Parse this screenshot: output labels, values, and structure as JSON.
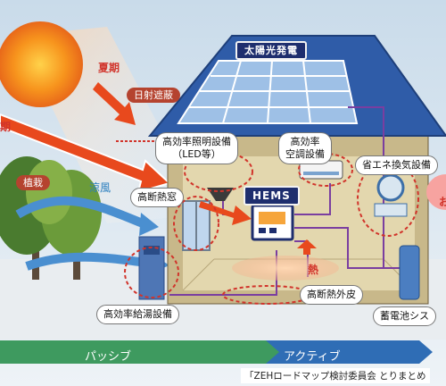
{
  "labels": {
    "solar_power": "太陽光発電",
    "summer": "夏期",
    "winter_partial": "期",
    "sun_shading": "日射遮蔽",
    "planting": "植栽",
    "cool_breeze": "涼風",
    "high_efficiency_lighting": "高効率照明設備\n（LED等）",
    "high_efficiency_ac": "高効率\n空調設備",
    "energy_saving_ventilation": "省エネ換気設備",
    "high_insulation_window": "高断熱窓",
    "hems": "HEMS",
    "heat": "熱",
    "high_insulation_envelope": "高断熱外皮",
    "high_efficiency_water_heater": "高効率給湯設備",
    "storage_battery": "蓄電池シス",
    "right_edge_partial": "お"
  },
  "bottom_band": {
    "passive": "パッシブ",
    "active": "アクティブ"
  },
  "source": "「ZEHロードマップ検討委員会 とりまとめ",
  "colors": {
    "red_label": "#b5432f",
    "navy_label": "#1e2e6e",
    "passive_band": "#3e9a5f",
    "active_band": "#2f6db5",
    "purple_wire": "#7a3ea0"
  }
}
